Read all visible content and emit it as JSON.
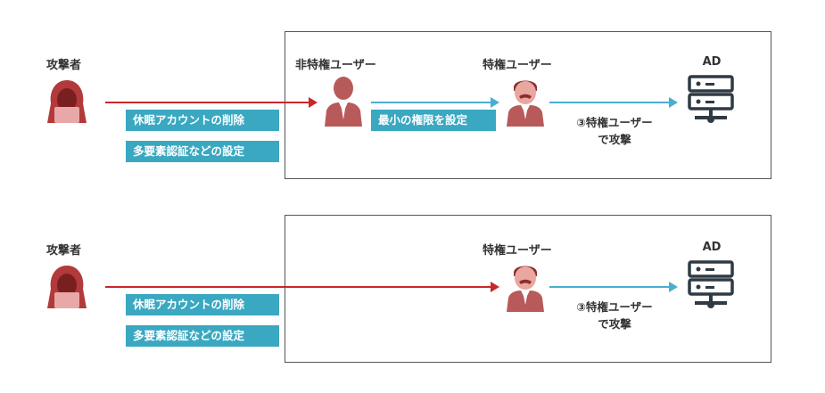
{
  "top": {
    "attacker_label": "攻撃者",
    "tags": [
      "休眠アカウントの削除",
      "多要素認証などの設定"
    ],
    "nonpriv_label": "非特権ユーザー",
    "priv_label": "特権ユーザー",
    "least_priv_tag": "最小の権限を設定",
    "ad_label": "AD",
    "attack_note_1": "③特権ユーザー",
    "attack_note_2": "で攻撃"
  },
  "bottom": {
    "attacker_label": "攻撃者",
    "tags": [
      "休眠アカウントの削除",
      "多要素認証などの設定"
    ],
    "priv_label": "特権ユーザー",
    "ad_label": "AD",
    "attack_note_1": "③特権ユーザー",
    "attack_note_2": "で攻撃"
  },
  "colors": {
    "attacker": "#b23a3a",
    "user": "#b85a5a",
    "server": "#2f3a44",
    "red_arrow": "#c8282a",
    "blue_arrow": "#4aaed0",
    "tag_bg": "#3aa8c1"
  },
  "icons": [
    "hooded-attacker-icon",
    "businessman-icon",
    "mustache-user-icon",
    "server-icon"
  ]
}
